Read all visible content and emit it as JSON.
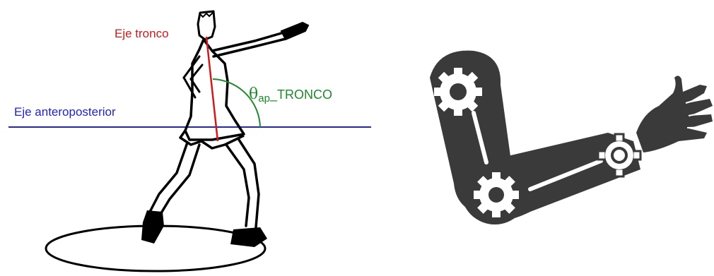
{
  "figure": {
    "left_panel": {
      "labels": {
        "trunk_axis": "Eje tronco",
        "anteroposterior_axis": "Eje anteroposterior",
        "angle_symbol": "θ",
        "angle_subscript": "ap",
        "angle_suffix": "_TRONCO"
      },
      "colors": {
        "trunk_axis": "#d11919",
        "anteroposterior_axis": "#2323c8",
        "angle": "#1e8a2a",
        "figure_stroke": "#000000"
      }
    },
    "right_panel": {
      "icons": [
        "robotic-arm-icon",
        "gear-icon",
        "hand-icon"
      ],
      "colors": {
        "arm_fill": "#3a3a3a",
        "joint_fill": "#ffffff"
      }
    }
  }
}
